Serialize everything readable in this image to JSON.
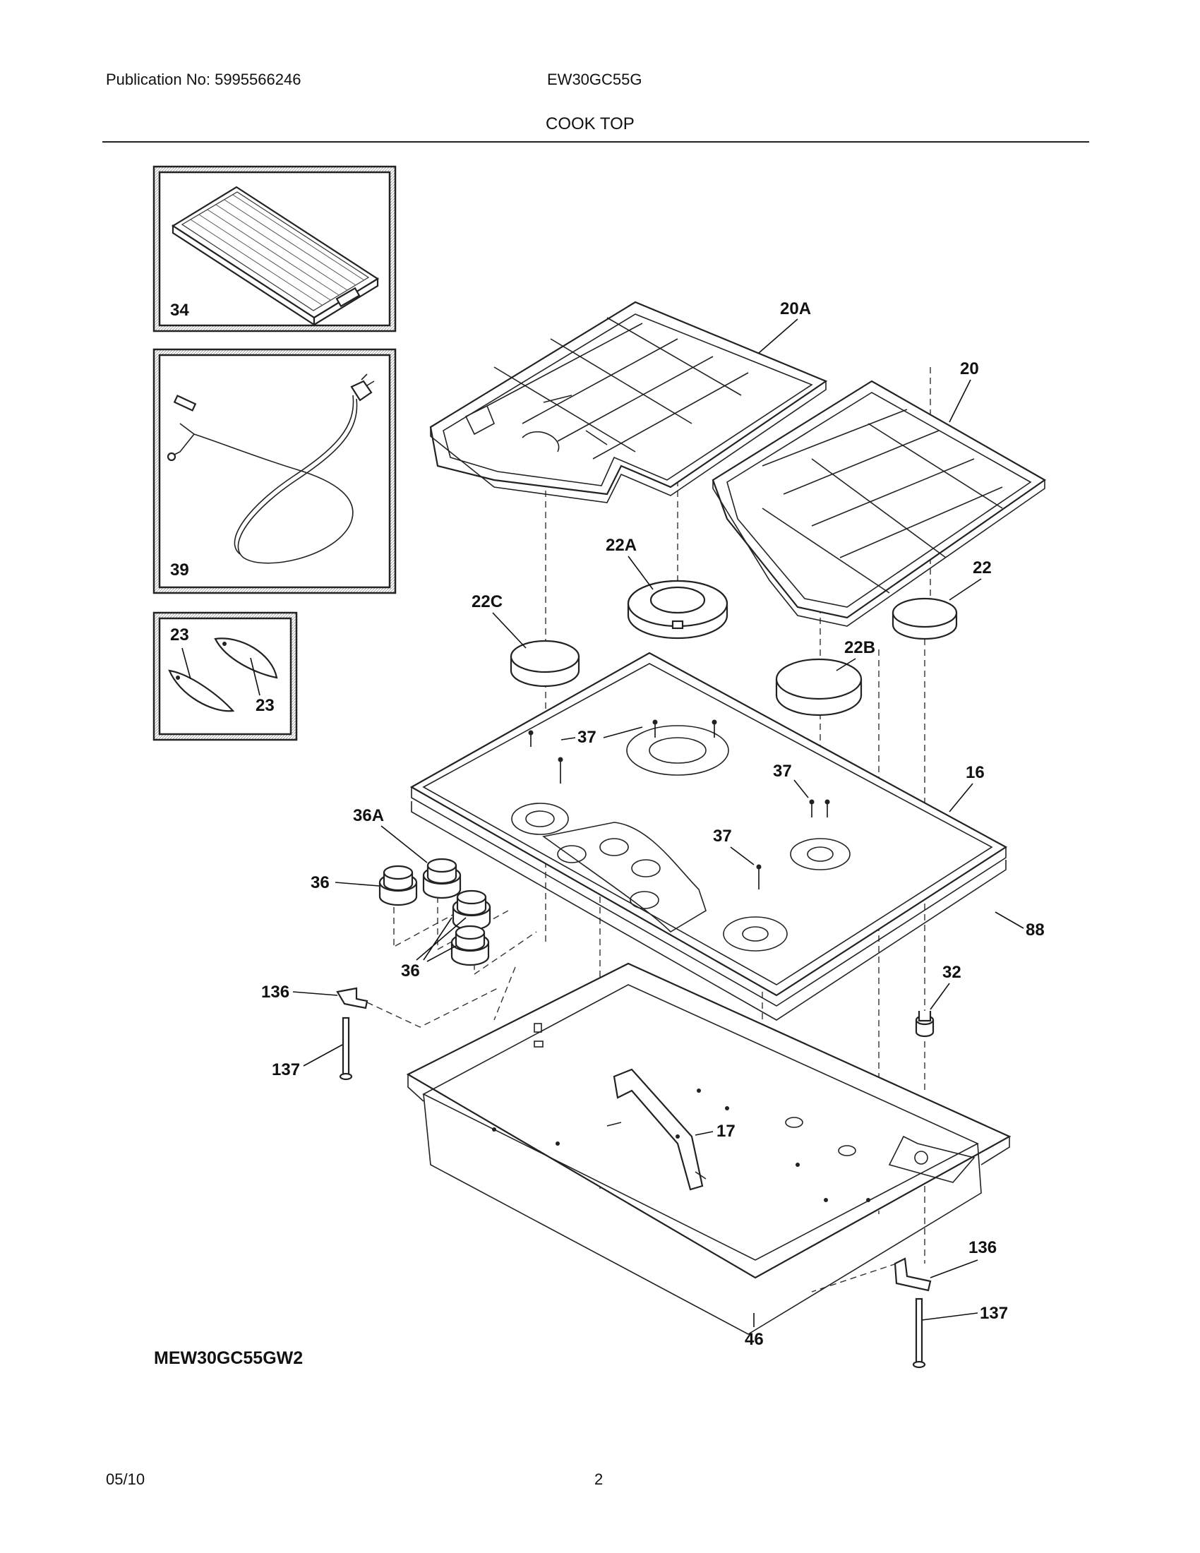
{
  "header": {
    "publication": "Publication No: 5995566246",
    "model": "EW30GC55G",
    "section_title": "COOK TOP"
  },
  "inset_labels": {
    "griddle": "34",
    "power_cord": "39",
    "clip_a": "23",
    "clip_b": "23"
  },
  "callouts": {
    "grate_left": "20A",
    "grate_right": "20",
    "burner_22a": "22A",
    "burner_22": "22",
    "burner_22c": "22C",
    "burner_22b": "22B",
    "cooktop": "16",
    "screw_a": "37",
    "screw_b": "37",
    "screw_c": "37",
    "knob_36a": "36A",
    "knob_36_single": "36",
    "knob_36_group": "36",
    "gasket": "88",
    "bracket_left": "136",
    "bolt_left": "137",
    "regulator": "32",
    "support": "17",
    "burner_box": "46",
    "bracket_right": "136",
    "bolt_right": "137"
  },
  "model_number": "MEW30GC55GW2",
  "footer": {
    "date": "05/10",
    "page": "2"
  }
}
